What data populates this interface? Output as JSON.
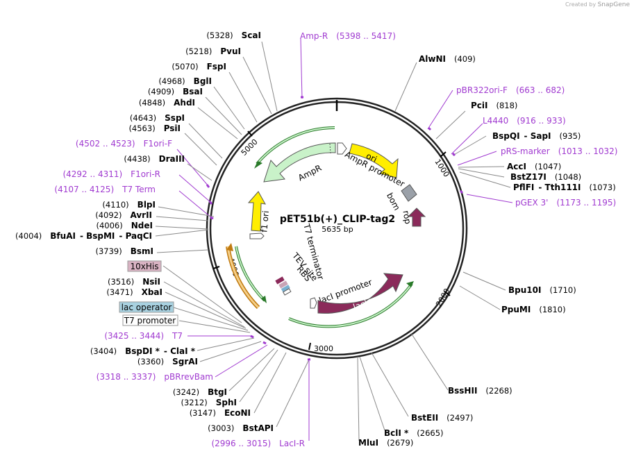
{
  "credit": {
    "prefix": "Created by",
    "brand": "SnapGene"
  },
  "plasmid": {
    "name": "pET51b(+)_CLIP-tag2",
    "length": "5635 bp"
  },
  "ticks": [
    "1000",
    "2000",
    "3000",
    "4000",
    "5000"
  ],
  "features_inner": [
    "ori",
    "AmpR",
    "AmpR promoter",
    "bom",
    "rop",
    "f1 ori",
    "T7 terminator",
    "TEV site",
    "RBS",
    "lacI promoter",
    "lacI"
  ],
  "right_labels": [
    {
      "name": "AlwNI",
      "pos": "(409)"
    },
    {
      "name": "pBR322ori-F",
      "pos": "(663 .. 682)",
      "primer": true
    },
    {
      "name": "PciI",
      "pos": "(818)"
    },
    {
      "name": "L4440",
      "pos": "(916 .. 933)",
      "primer": true
    },
    {
      "name": "BspQI",
      "name2": "- SapI",
      "pos": "(935)"
    },
    {
      "name": "pRS-marker",
      "pos": "(1013 .. 1032)",
      "primer": true
    },
    {
      "name": "AccI",
      "pos": "(1047)"
    },
    {
      "name": "BstZ17I",
      "pos": "(1048)"
    },
    {
      "name": "PflFI",
      "name2": "- Tth111I",
      "pos": "(1073)"
    },
    {
      "name": "pGEX 3'",
      "pos": "(1173 .. 1195)",
      "primer": true
    },
    {
      "name": "Bpu10I",
      "pos": "(1710)"
    },
    {
      "name": "PpuMI",
      "pos": "(1810)"
    },
    {
      "name": "BssHII",
      "pos": "(2268)"
    },
    {
      "name": "BstEII",
      "pos": "(2497)"
    },
    {
      "name": "BclI *",
      "pos": "(2665)"
    },
    {
      "name": "MluI",
      "pos": "(2679)"
    }
  ],
  "left_labels": [
    {
      "name": "ScaI",
      "pos": "(5328)"
    },
    {
      "name": "Amp-R",
      "pos": "(5398 .. 5417)",
      "primer": true
    },
    {
      "name": "PvuI",
      "pos": "(5218)"
    },
    {
      "name": "FspI",
      "pos": "(5070)"
    },
    {
      "name": "BglI",
      "pos": "(4968)"
    },
    {
      "name": "BsaI",
      "pos": "(4909)"
    },
    {
      "name": "AhdI",
      "pos": "(4848)"
    },
    {
      "name": "SspI",
      "pos": "(4643)"
    },
    {
      "name": "PsiI",
      "pos": "(4563)"
    },
    {
      "name": "F1ori-F",
      "pos": "(4502 .. 4523)",
      "primer": true
    },
    {
      "name": "DraIII",
      "pos": "(4438)"
    },
    {
      "name": "F1ori-R",
      "pos": "(4292 .. 4311)",
      "primer": true
    },
    {
      "name": "T7 Term",
      "pos": "(4107 .. 4125)",
      "primer": true
    },
    {
      "name": "BlpI",
      "pos": "(4110)"
    },
    {
      "name": "AvrII",
      "pos": "(4092)"
    },
    {
      "name": "NdeI",
      "pos": "(4006)"
    },
    {
      "name": "BfuAI",
      "name2": "- BspMI",
      "name3": "- PaqCI",
      "pos": "(4004)"
    },
    {
      "name": "BsmI",
      "pos": "(3739)"
    },
    {
      "name": "10xHis",
      "box": "#d9b3c3"
    },
    {
      "name": "NsiI",
      "pos": "(3516)"
    },
    {
      "name": "XbaI",
      "pos": "(3471)"
    },
    {
      "name": "lac operator",
      "box": "#a8d1e0"
    },
    {
      "name": "T7 promoter",
      "box": "#ffffff"
    },
    {
      "name": "T7",
      "pos": "(3425 .. 3444)",
      "primer": true
    },
    {
      "name": "BspDI *",
      "name2": "- ClaI *",
      "pos": "(3404)"
    },
    {
      "name": "SgrAI",
      "pos": "(3360)"
    },
    {
      "name": "pBRrevBam",
      "pos": "(3318 .. 3337)",
      "primer": true
    },
    {
      "name": "BtgI",
      "pos": "(3242)"
    },
    {
      "name": "SphI",
      "pos": "(3212)"
    },
    {
      "name": "EcoNI",
      "pos": "(3147)"
    },
    {
      "name": "BstAPI",
      "pos": "(3003)"
    },
    {
      "name": "LacI-R",
      "pos": "(2996 .. 3015)",
      "primer": true
    }
  ],
  "colors": {
    "primer": "#a03ad0",
    "ampr": "#c9f2c9",
    "ori": "#ffee00",
    "laci": "#8b2a5a",
    "rop": "#8b2a5a",
    "his": "#d9b3c3",
    "lacop": "#a8d1e0"
  }
}
